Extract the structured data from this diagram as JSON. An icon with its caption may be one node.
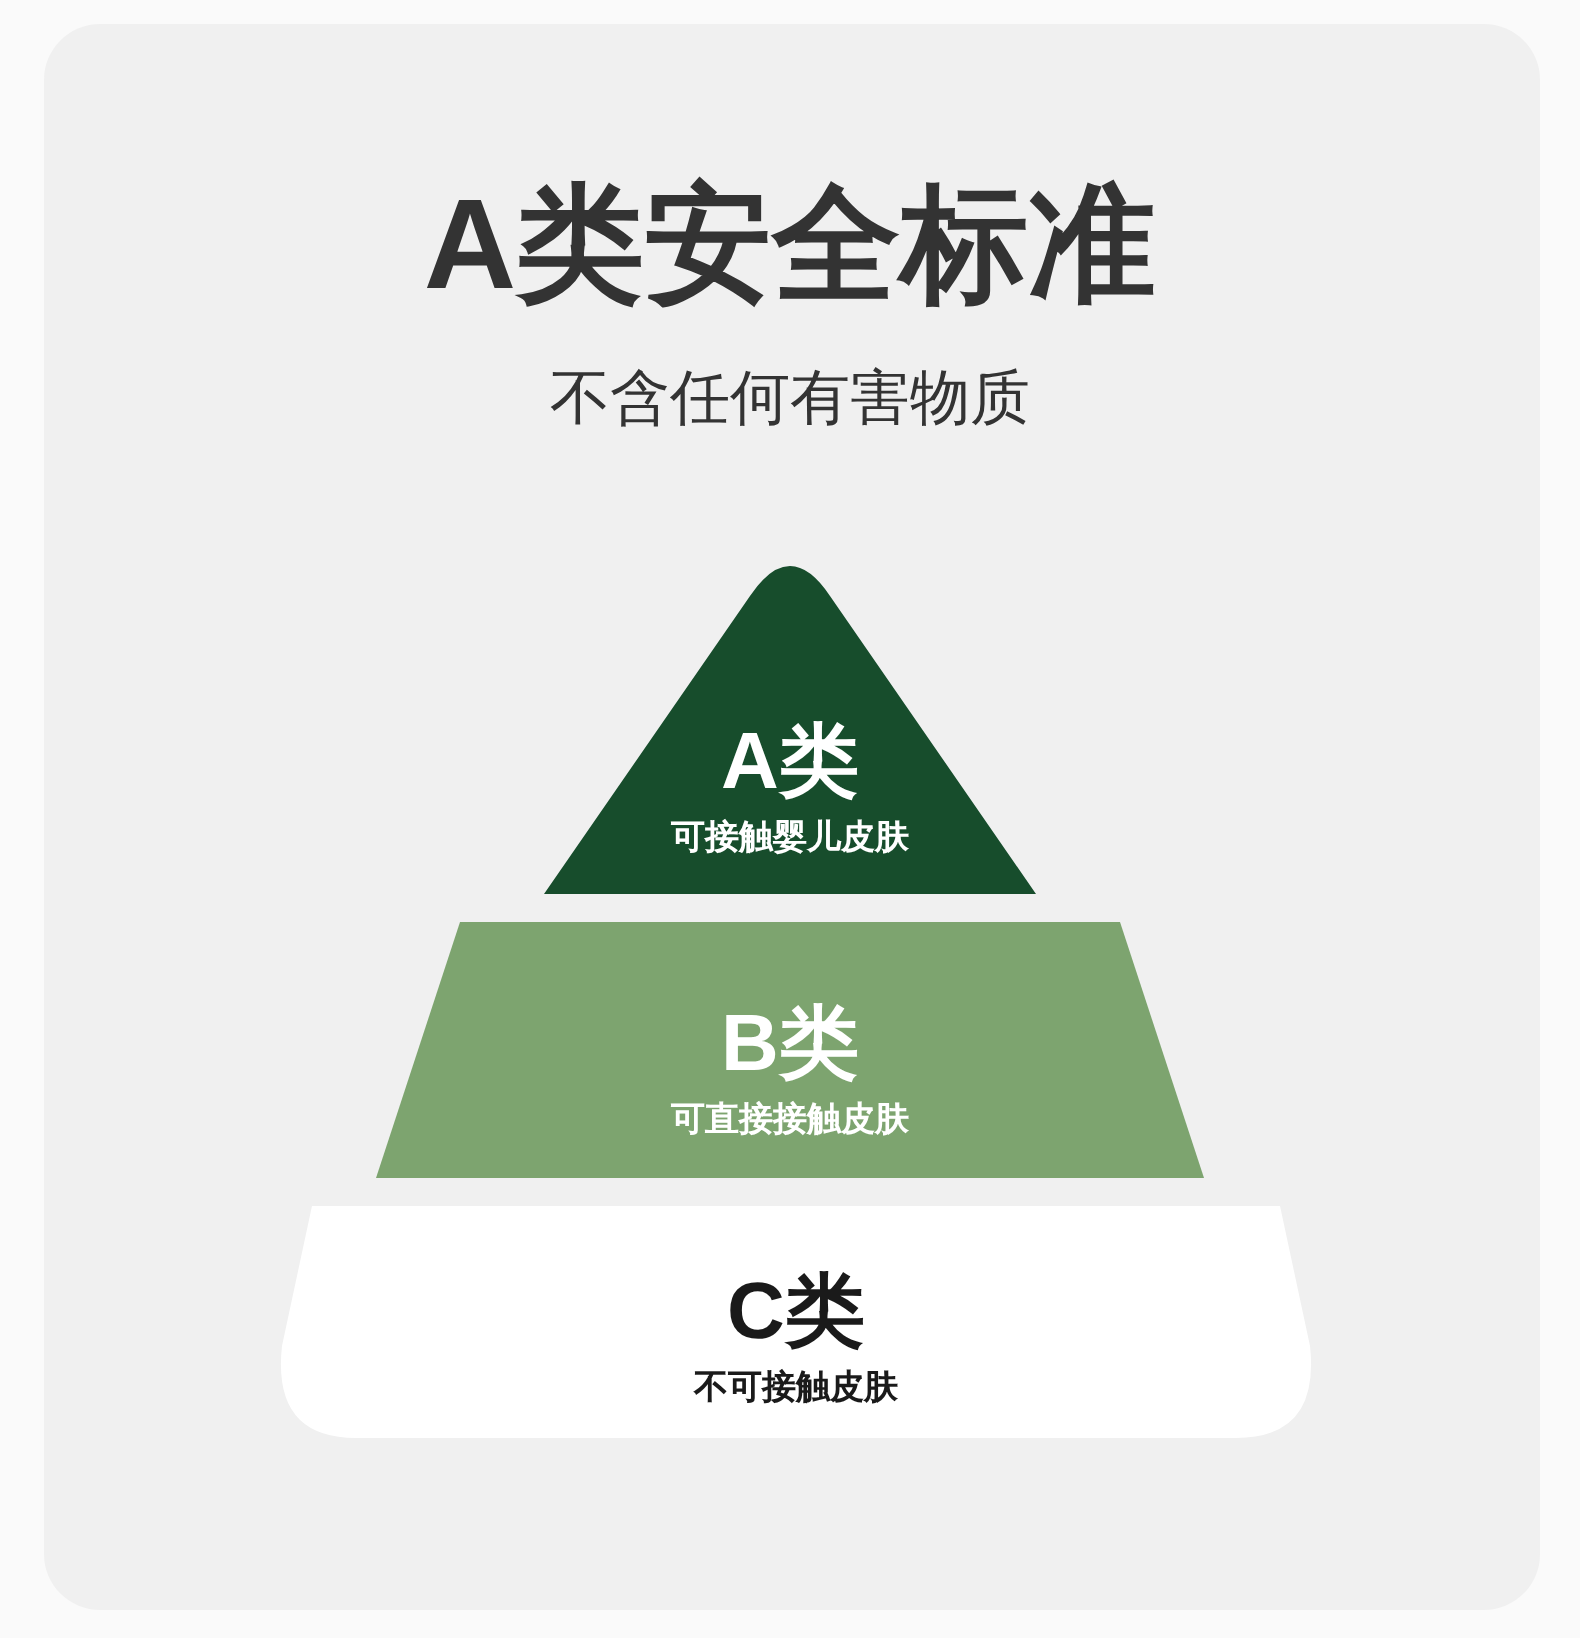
{
  "diagram": {
    "title": "A类安全标准",
    "caption": "不含任何有害物质",
    "nodes": [
      {
        "text": [
          "A类",
          "可接触婴儿皮肤"
        ]
      },
      {
        "text": [
          "B类",
          "可直接接触皮肤"
        ]
      },
      {
        "text": [
          "C类",
          "不可接触皮肤"
        ]
      }
    ]
  }
}
